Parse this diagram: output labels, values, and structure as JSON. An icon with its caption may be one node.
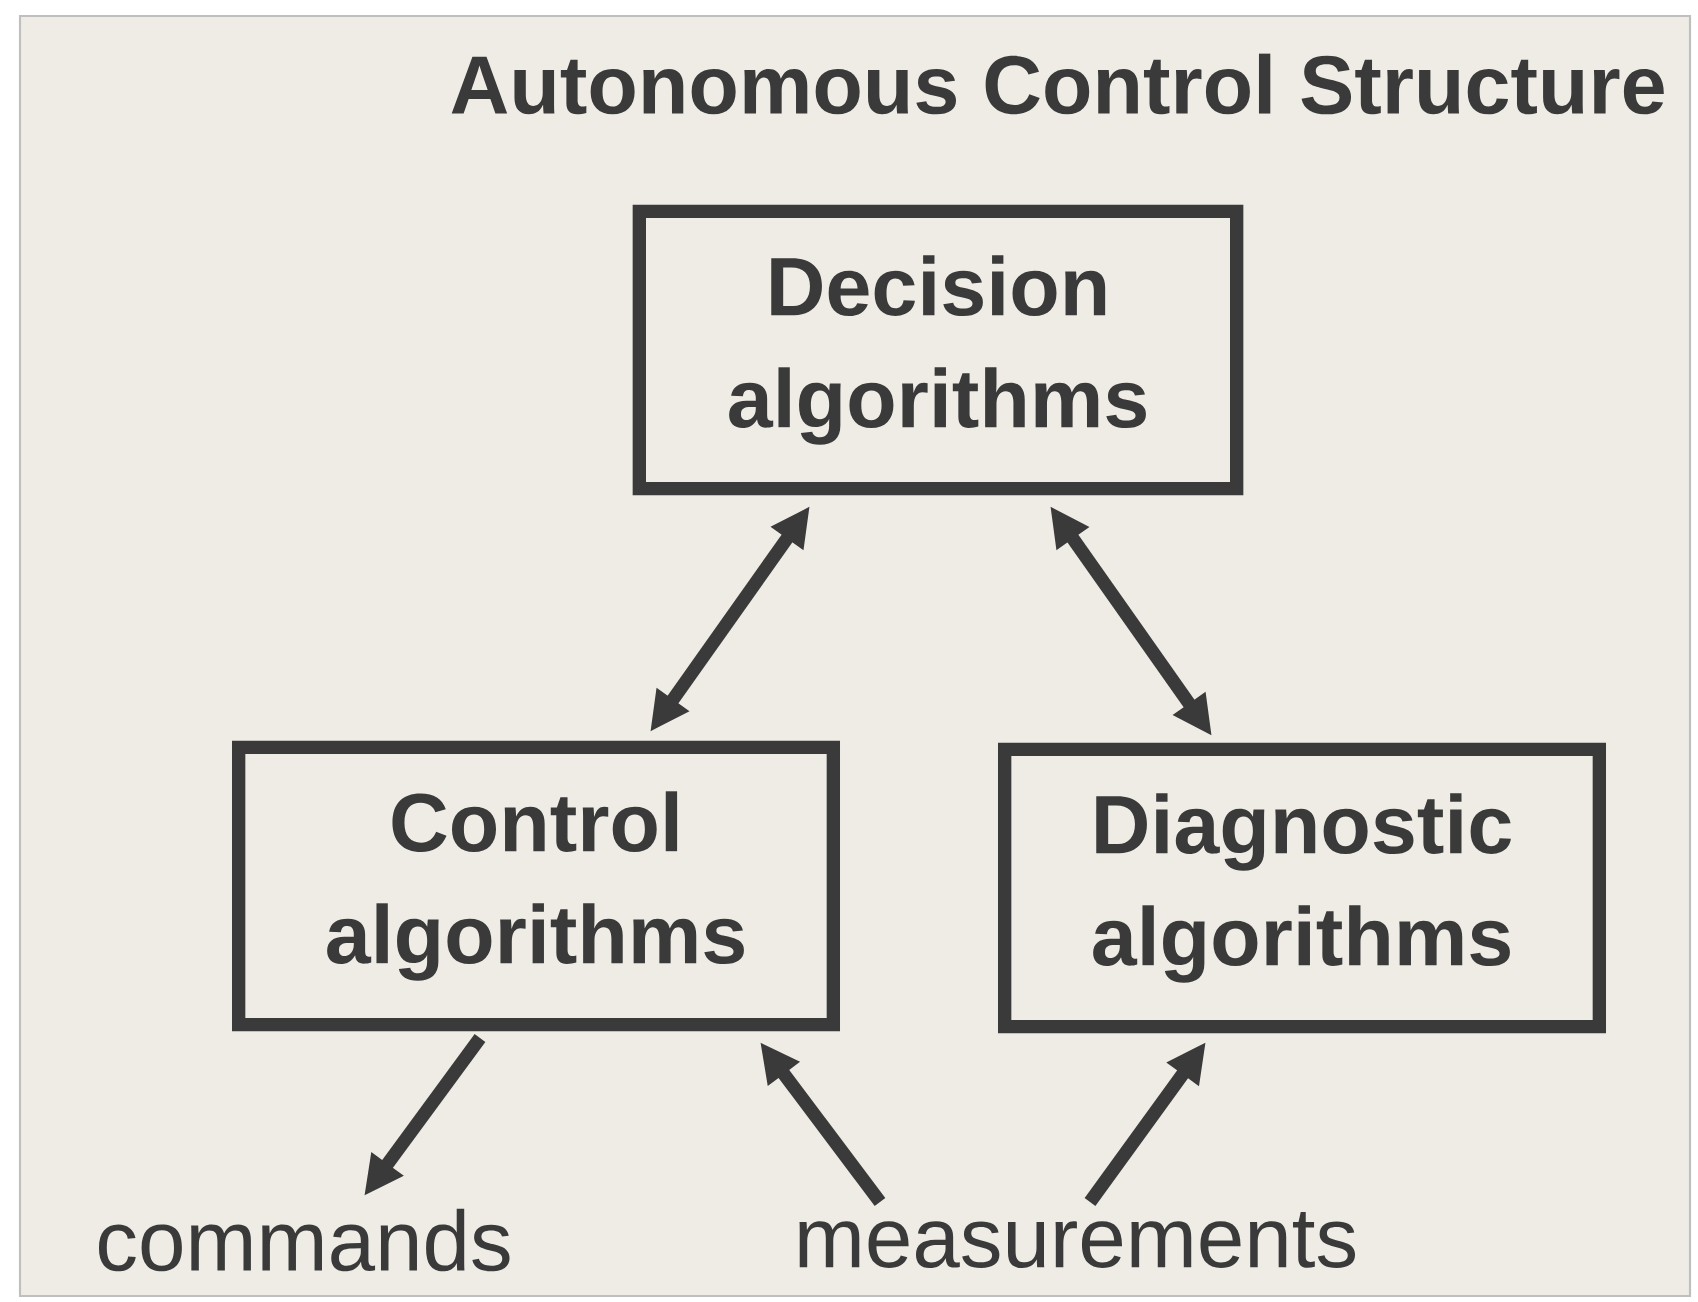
{
  "diagram": {
    "title": "Autonomous Control Structure",
    "nodes": [
      {
        "text": [
          "Decision algorithms"
        ]
      },
      {
        "text": [
          "Control algorithms"
        ]
      },
      {
        "text": [
          "Diagnostic algorithms"
        ]
      },
      {
        "text": [
          "commands"
        ]
      },
      {
        "text": [
          "measurements"
        ]
      }
    ],
    "edges": [
      {
        "from": 0,
        "to": 1,
        "arrow": "both"
      },
      {
        "from": 0,
        "to": 2,
        "arrow": "both"
      },
      {
        "from": 1,
        "to": 3,
        "arrow": "to"
      },
      {
        "from": 4,
        "to": 1,
        "arrow": "to"
      },
      {
        "from": 4,
        "to": 2,
        "arrow": "to"
      }
    ]
  }
}
